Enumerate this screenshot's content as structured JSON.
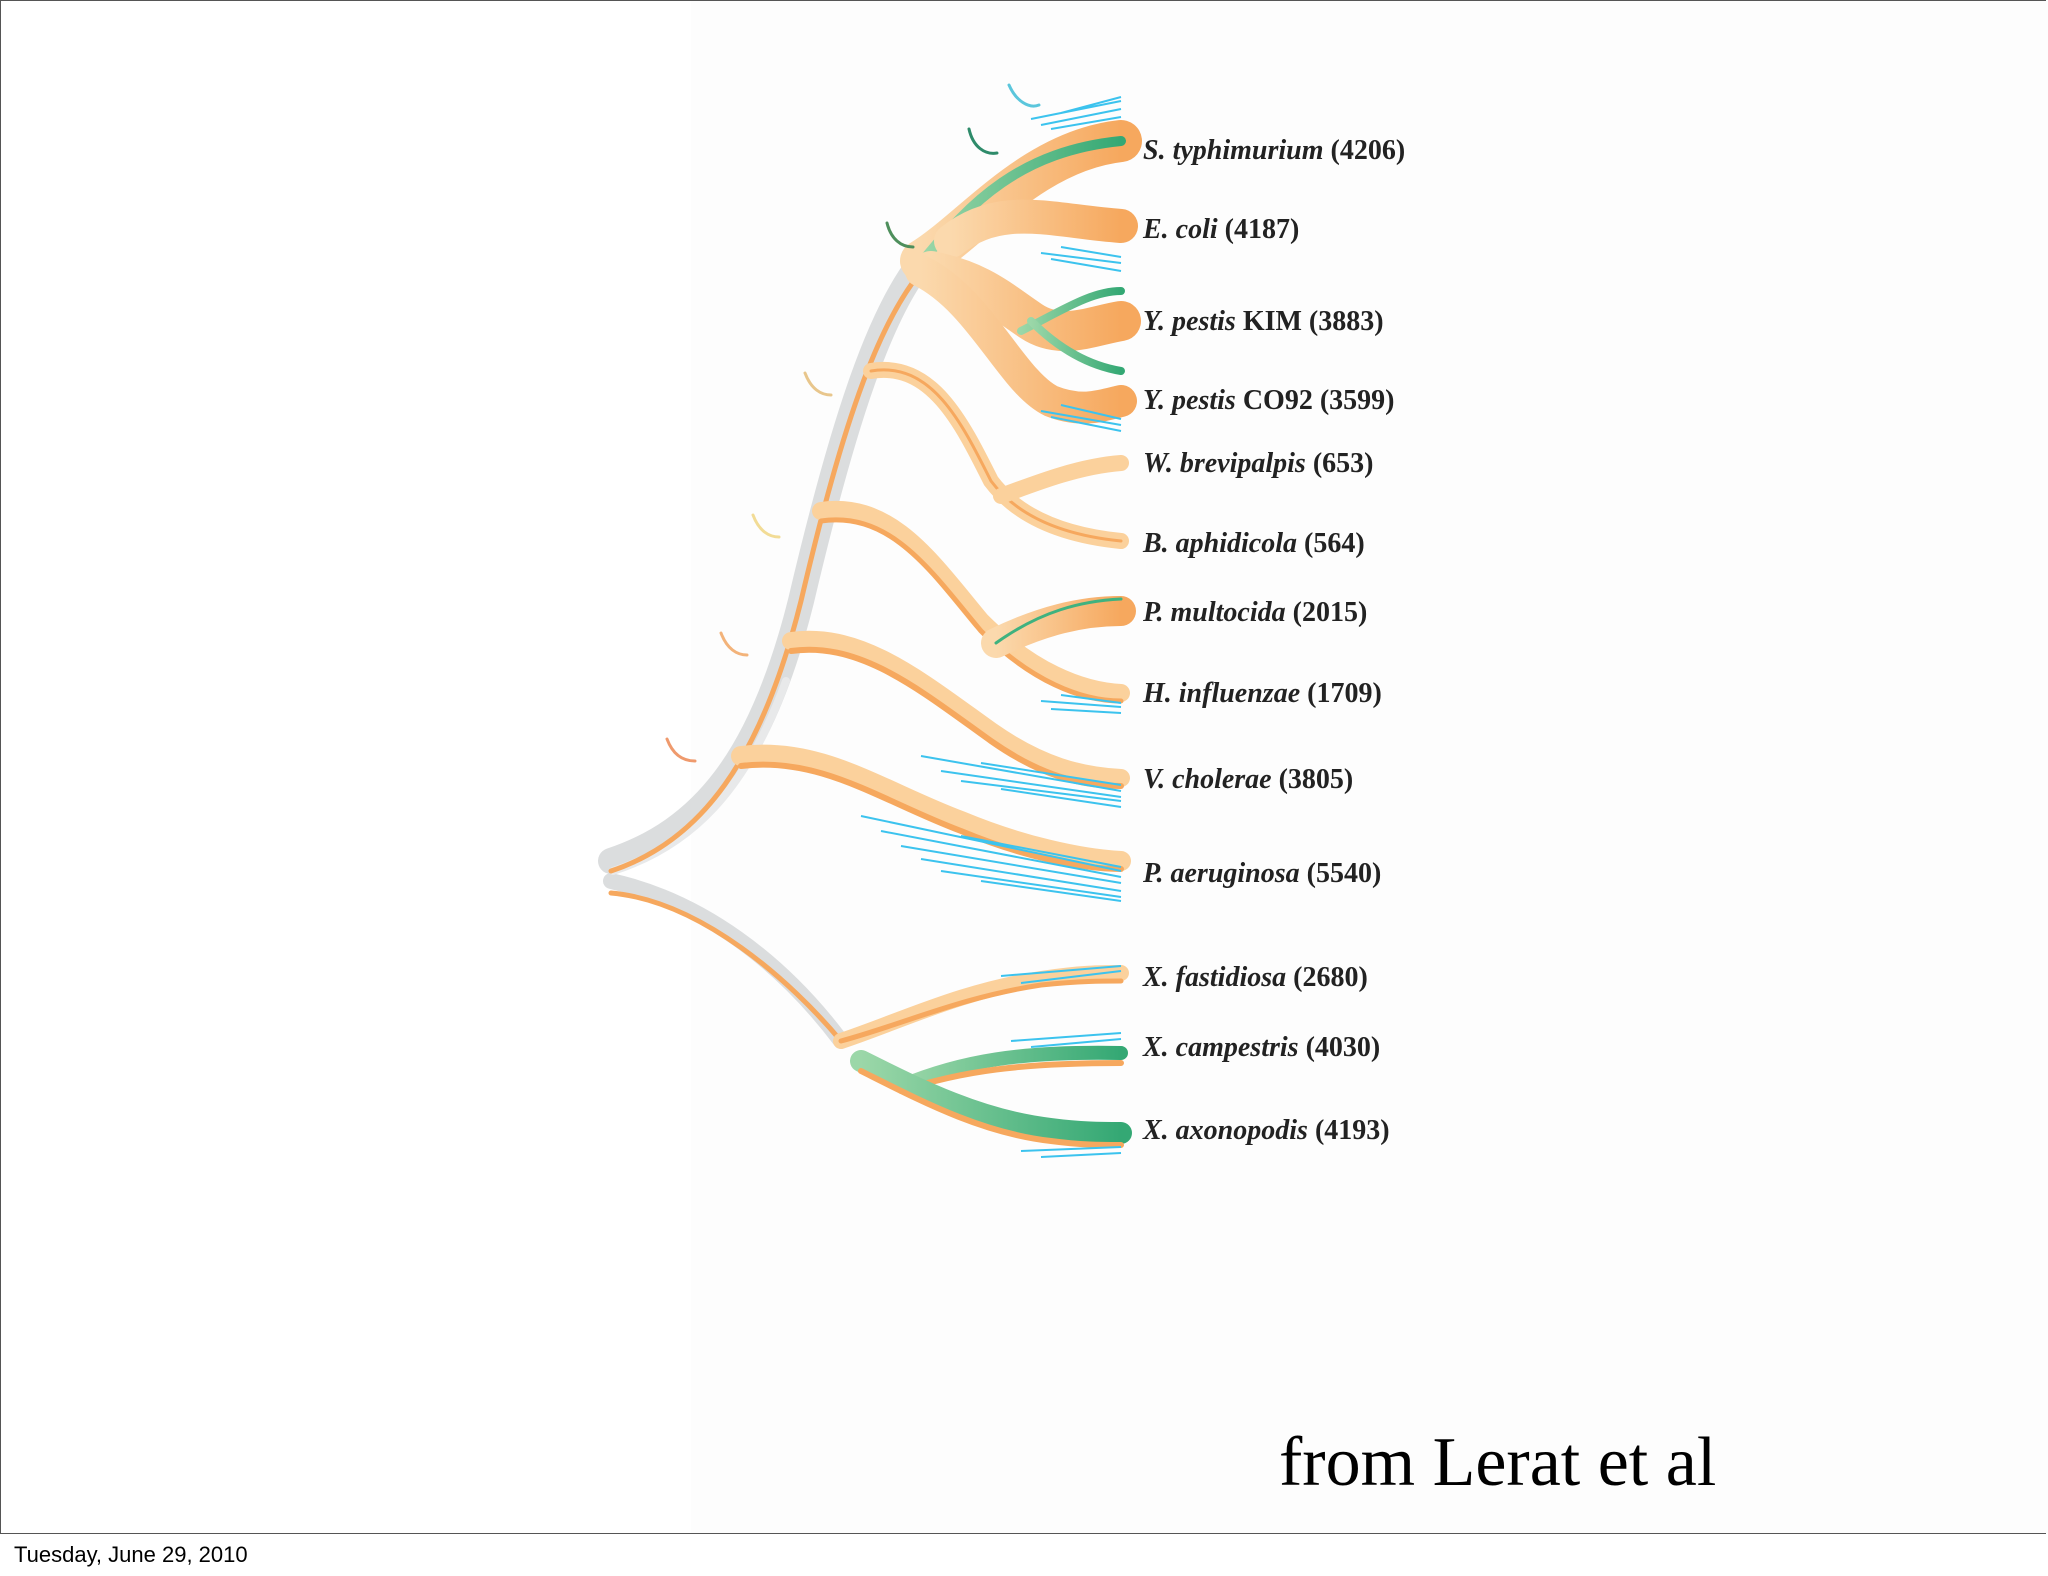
{
  "taxa": [
    {
      "species": "S. typhimurium",
      "strain": "",
      "count": "(4206)"
    },
    {
      "species": "E. coli",
      "strain": "",
      "count": "(4187)"
    },
    {
      "species": "Y. pestis",
      "strain": " KIM",
      "count": "(3883)"
    },
    {
      "species": "Y. pestis",
      "strain": " CO92",
      "count": "(3599)"
    },
    {
      "species": "W. brevipalpis",
      "strain": "",
      "count": "(653)"
    },
    {
      "species": "B. aphidicola",
      "strain": "",
      "count": "(564)"
    },
    {
      "species": "P. multocida",
      "strain": "",
      "count": "(2015)"
    },
    {
      "species": "H. influenzae",
      "strain": "",
      "count": "(1709)"
    },
    {
      "species": "V. cholerae",
      "strain": "",
      "count": "(3805)"
    },
    {
      "species": "P. aeruginosa",
      "strain": "",
      "count": "(5540)"
    },
    {
      "species": "X. fastidiosa",
      "strain": "",
      "count": "(2680)"
    },
    {
      "species": "X. campestris",
      "strain": "",
      "count": "(4030)"
    },
    {
      "species": "X. axonopodis",
      "strain": "",
      "count": "(4193)"
    }
  ],
  "caption": "from Lerat et al",
  "footer_date": "Tuesday, June 29, 2010",
  "colors": {
    "core_orange": "#f5a65b",
    "light_orange": "#fbd19c",
    "green": "#3fb27f",
    "blue_transfer": "#3cc3ee",
    "grey_loss": "#d7d9da",
    "arrow_colors": [
      "#5bc6dc",
      "#2e8b6a",
      "#4e8f5c",
      "#e8c68c",
      "#f2dc96",
      "#f3b37a",
      "#ef9a6d"
    ]
  }
}
